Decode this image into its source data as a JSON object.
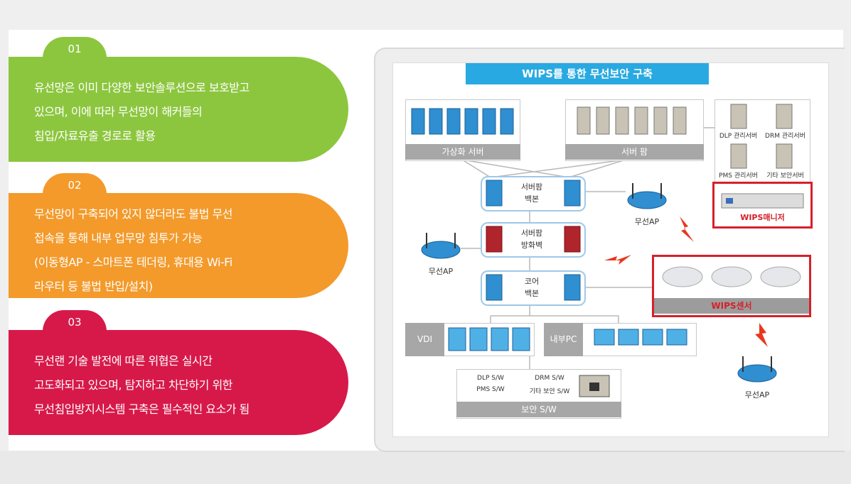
{
  "panels": [
    {
      "number": "01",
      "lines": [
        "유선망은 이미 다양한 보안솔루션으로 보호받고",
        "있으며, 이에 따라 무선망이 해커들의",
        "침입/자료유출 경로로 활용"
      ]
    },
    {
      "number": "02",
      "lines": [
        "무선망이 구축되어 있지 않더라도 불법 무선",
        "접속을 통해 내부 업무망 침투가 가능",
        "(이동형AP - 스마트폰 테더링, 휴대용 Wi-Fi",
        "라우터 등 불법 반입/설치)"
      ]
    },
    {
      "number": "03",
      "lines": [
        "무선랜 기술 발전에 따른 위협은 실시간",
        "고도화되고 있으며, 탐지하고 차단하기 위한",
        "무선침입방지시스템 구축은 필수적인 요소가 됨"
      ]
    }
  ],
  "diagram": {
    "title": "WIPS를 통한 무선보안 구축",
    "virtual_server": "가상화 서버",
    "server_farm": "서버 팜",
    "dlp_server": "DLP 관리서버",
    "drm_server": "DRM 관리서버",
    "pms_server": "PMS 관리서버",
    "other_server": "기타 보안서버",
    "wips_manager": "WIPS매니저",
    "backbone1_line1": "서버팜",
    "backbone1_line2": "백본",
    "firewall_line1": "서버팜",
    "firewall_line2": "방화벽",
    "core_line1": "코어",
    "core_line2": "백본",
    "ap_top": "무선AP",
    "ap_left": "무선AP",
    "ap_bottom": "무선AP",
    "wips_sensor": "WIPS센서",
    "vdi": "VDI",
    "internal_pc": "내부PC",
    "dlp_sw": "DLP S/W",
    "pms_sw": "PMS S/W",
    "drm_sw": "DRM S/W",
    "other_sw": "기타 보안 S/W",
    "security_sw": "보안 S/W"
  },
  "colors": {
    "green": "#8cc63f",
    "orange": "#f39a2b",
    "red": "#d7194a",
    "blue": "#29a9e1",
    "alert": "#d6202a"
  }
}
